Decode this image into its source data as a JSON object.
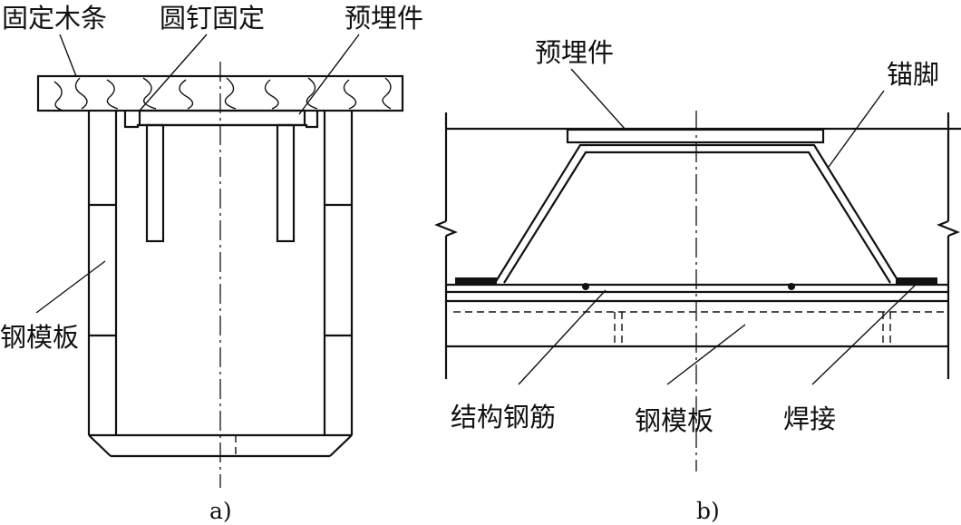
{
  "figure_a": {
    "caption": "a)",
    "labels": {
      "fixed_wood_strip": "固定木条",
      "round_nail_fixing": "圆钉固定",
      "embedded_part": "预埋件",
      "steel_formwork": "钢模板"
    }
  },
  "figure_b": {
    "caption": "b)",
    "labels": {
      "embedded_part": "预埋件",
      "anchor_leg": "锚脚",
      "structural_rebar": "结构钢筋",
      "steel_formwork": "钢模板",
      "welding": "焊接"
    }
  }
}
